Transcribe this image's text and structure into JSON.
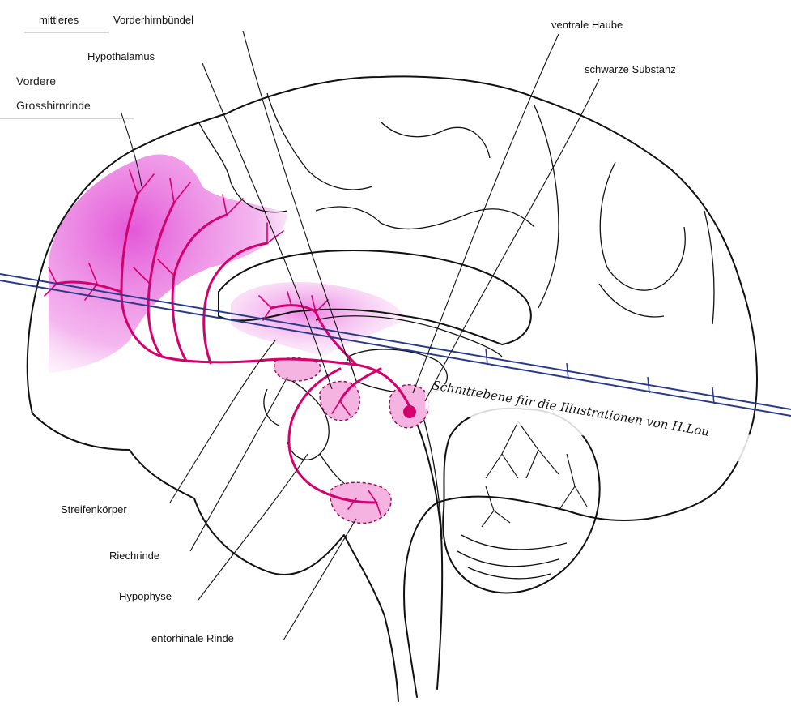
{
  "labels": {
    "mittleres": "mittleres",
    "vorderhirnbuendel": "Vorderhirnbündel",
    "hypothalamus": "Hypothalamus",
    "vordere": "Vordere",
    "grosshirnrinde": "Grosshirnrinde",
    "ventrale_haube": "ventrale Haube",
    "schwarze_substanz": "schwarze Substanz",
    "streifenkoerper": "Streifenkörper",
    "riechrinde": "Riechrinde",
    "hypophyse": "Hypophyse",
    "entorhinale_rinde": "entorhinale Rinde",
    "schnittebene": "Schnittebene für die Illustrationen von H.Lou"
  },
  "colors": {
    "pathway": "#d4006e",
    "cortex_tint": "#e24fd6",
    "outline": "#111111"
  }
}
